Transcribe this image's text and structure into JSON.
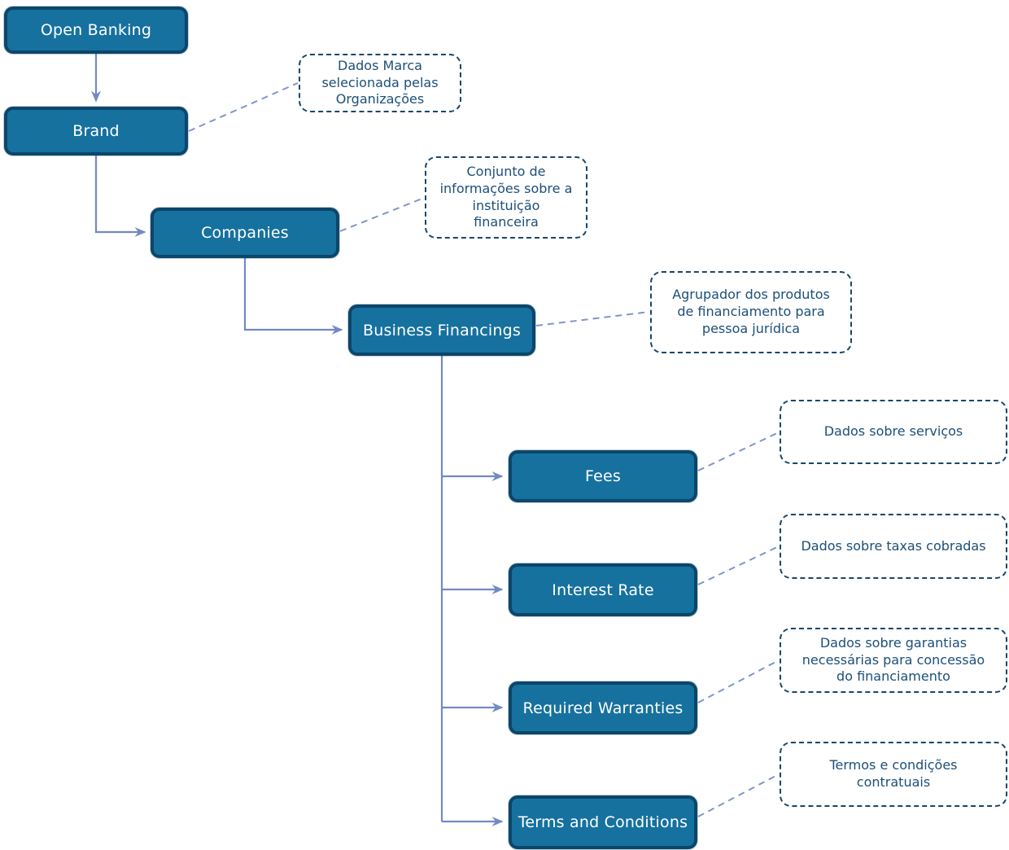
{
  "colors": {
    "node_fill": "#16719F",
    "node_border": "#0C466B",
    "node_text": "#FFFFFF",
    "connector": "#7389C4",
    "leader": "#8095CA",
    "callout_border": "#16466E",
    "callout_text": "#1C4F78",
    "background": "#FFFFFF"
  },
  "nodes": {
    "open_banking": {
      "label": "Open Banking"
    },
    "brand": {
      "label": "Brand"
    },
    "companies": {
      "label": "Companies"
    },
    "business_financings": {
      "label": "Business Financings"
    },
    "fees": {
      "label": "Fees"
    },
    "interest_rate": {
      "label": "Interest Rate"
    },
    "required_warranties": {
      "label": "Required Warranties"
    },
    "terms_and_conditions": {
      "label": "Terms and Conditions"
    }
  },
  "callouts": {
    "brand": {
      "text": "Dados Marca\nselecionada pelas\nOrganizações"
    },
    "companies": {
      "text": "Conjunto de\ninformações sobre a\ninstituição\nfinanceira"
    },
    "business_financings": {
      "text": "Agrupador dos produtos\nde financiamento para\npessoa jurídica"
    },
    "fees": {
      "text": "Dados sobre serviços"
    },
    "interest_rate": {
      "text": "Dados sobre taxas cobradas"
    },
    "required_warranties": {
      "text": "Dados sobre garantias\nnecessárias para concessão\ndo financiamento"
    },
    "terms_and_conditions": {
      "text": "Termos e condições\ncontratuais"
    }
  }
}
